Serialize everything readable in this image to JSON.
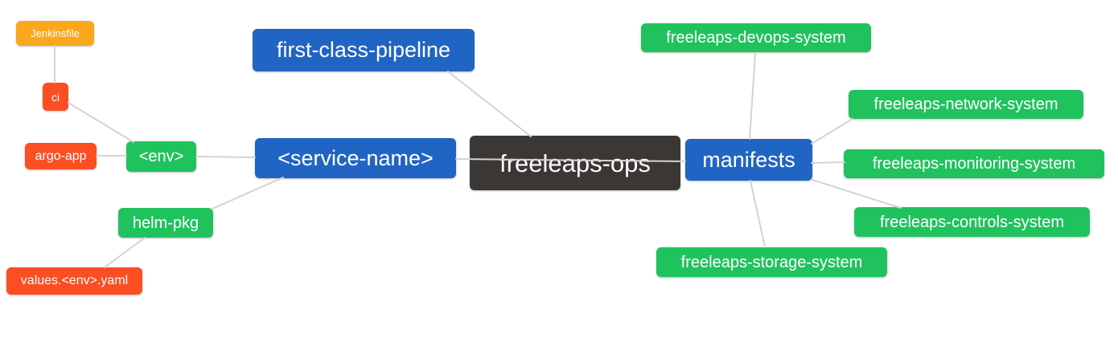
{
  "diagram": {
    "type": "mindmap",
    "root_label": "freeleaps-ops",
    "colors": {
      "blue": "#2065c4",
      "green": "#20c25e",
      "dark": "#3b3735",
      "orange": "#faa71e",
      "red": "#fb4e22",
      "edge": "#d3d3d3",
      "text": "#ffffff",
      "background": "#ffffff"
    },
    "nodes": [
      {
        "id": "jenkinsfile",
        "label": "Jenkinsfile",
        "color": "orange"
      },
      {
        "id": "ci",
        "label": "ci",
        "color": "red"
      },
      {
        "id": "argo-app",
        "label": "argo-app",
        "color": "red"
      },
      {
        "id": "env",
        "label": "<env>",
        "color": "green"
      },
      {
        "id": "helm-pkg",
        "label": "helm-pkg",
        "color": "green"
      },
      {
        "id": "values-env-yaml",
        "label": "values.<env>.yaml",
        "color": "red"
      },
      {
        "id": "first-class-pipeline",
        "label": "first-class-pipeline",
        "color": "blue"
      },
      {
        "id": "service-name",
        "label": "<service-name>",
        "color": "blue"
      },
      {
        "id": "freeleaps-ops",
        "label": "freeleaps-ops",
        "color": "dark"
      },
      {
        "id": "manifests",
        "label": "manifests",
        "color": "blue"
      },
      {
        "id": "freeleaps-devops-system",
        "label": "freeleaps-devops-system",
        "color": "green"
      },
      {
        "id": "freeleaps-network-system",
        "label": "freeleaps-network-system",
        "color": "green"
      },
      {
        "id": "freeleaps-monitoring-system",
        "label": "freeleaps-monitoring-system",
        "color": "green"
      },
      {
        "id": "freeleaps-controls-system",
        "label": "freeleaps-controls-system",
        "color": "green"
      },
      {
        "id": "freeleaps-storage-system",
        "label": "freeleaps-storage-system",
        "color": "green"
      }
    ],
    "edges": [
      {
        "from": "jenkinsfile",
        "to": "ci"
      },
      {
        "from": "ci",
        "to": "env"
      },
      {
        "from": "argo-app",
        "to": "env"
      },
      {
        "from": "env",
        "to": "service-name"
      },
      {
        "from": "helm-pkg",
        "to": "service-name"
      },
      {
        "from": "values-env-yaml",
        "to": "helm-pkg"
      },
      {
        "from": "first-class-pipeline",
        "to": "freeleaps-ops"
      },
      {
        "from": "service-name",
        "to": "manifests"
      },
      {
        "from": "manifests",
        "to": "freeleaps-devops-system"
      },
      {
        "from": "manifests",
        "to": "freeleaps-network-system"
      },
      {
        "from": "manifests",
        "to": "freeleaps-monitoring-system"
      },
      {
        "from": "manifests",
        "to": "freeleaps-controls-system"
      },
      {
        "from": "manifests",
        "to": "freeleaps-storage-system"
      }
    ]
  }
}
